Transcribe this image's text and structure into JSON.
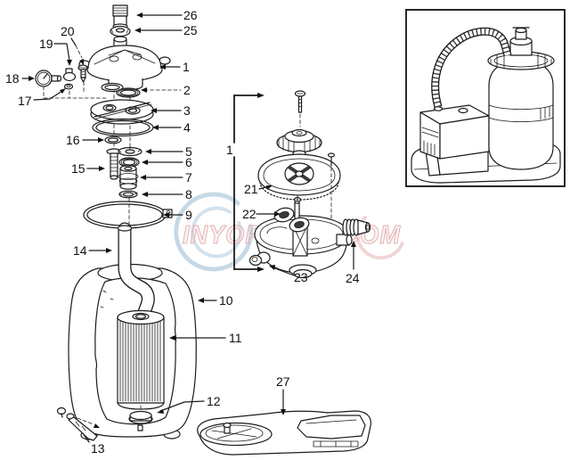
{
  "figure": {
    "type": "exploded-parts-diagram",
    "subject": "pool filter system parts schematic with assembled pump-and-tank unit inset",
    "background": "#ffffff",
    "line_color": "#1b1b1b"
  },
  "watermark": {
    "text": "INYOPOOLS.COM",
    "pink": "#e4afaf",
    "blue": "#bdd2e2"
  },
  "part_labels": {
    "l1": "1",
    "l1_valve": "1",
    "l2": "2",
    "l3": "3",
    "l4": "4",
    "l5": "5",
    "l6": "6",
    "l7": "7",
    "l8": "8",
    "l9": "9",
    "l10": "10",
    "l11": "11",
    "l12": "12",
    "l13": "13",
    "l14": "14",
    "l15": "15",
    "l16": "16",
    "l17": "17",
    "l18": "18",
    "l19": "19",
    "l20": "20",
    "l21": "21",
    "l22": "22",
    "l23": "23",
    "l24": "24",
    "l25": "25",
    "l26": "26",
    "l27": "27"
  }
}
